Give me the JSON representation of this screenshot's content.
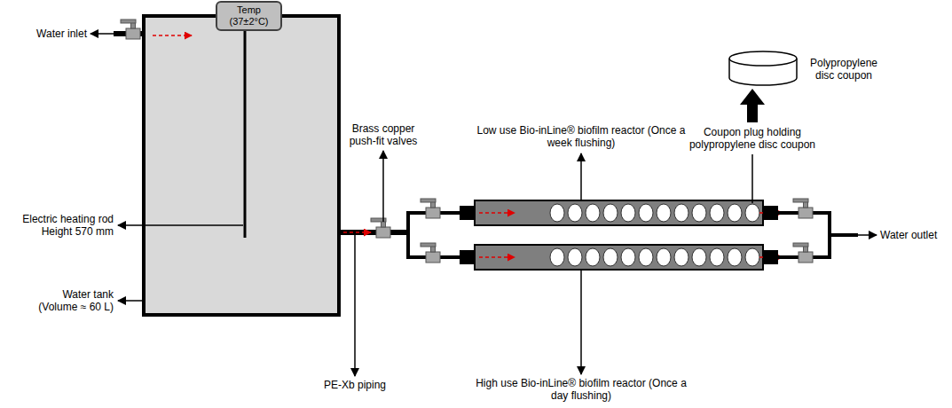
{
  "diagram": {
    "nodes": [
      {
        "text": [
          "Temp (37±2°C)"
        ]
      }
    ],
    "labels": [
      "Water inlet",
      "Electric heating rod Height 570 mm",
      "Water tank (Volume ≈ 60 L)",
      "Brass copper push-fit valves",
      "PE-Xb piping",
      "Low use Bio-inLine® biofilm reactor (Once a week flushing)",
      "High use Bio-inLine® biofilm reactor (Once a day flushing)",
      "Coupon plug holding polypropylene disc coupon",
      "Polypropylene disc coupon",
      "Water outlet"
    ]
  }
}
